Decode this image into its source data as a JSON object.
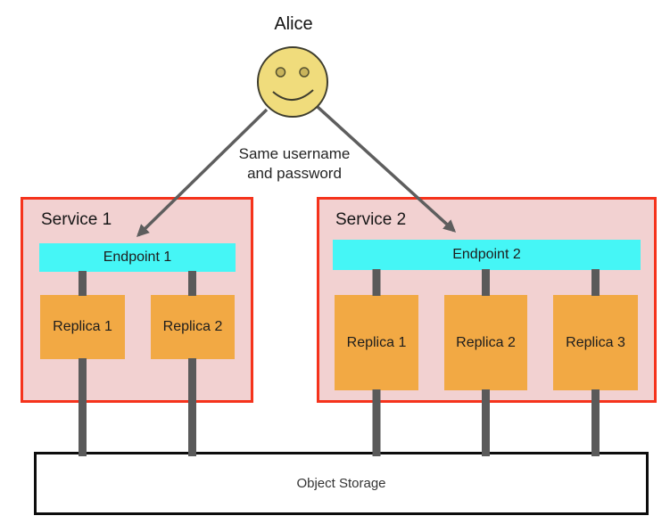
{
  "actor": {
    "label": "Alice"
  },
  "annotation": {
    "line1": "Same username",
    "line2": "and password"
  },
  "services": [
    {
      "label": "Service 1",
      "endpoint_label": "Endpoint 1",
      "replicas": [
        "Replica 1",
        "Replica 2"
      ]
    },
    {
      "label": "Service 2",
      "endpoint_label": "Endpoint 2",
      "replicas": [
        "Replica 1",
        "Replica 2",
        "Replica 3"
      ]
    }
  ],
  "storage": {
    "label": "Object Storage"
  },
  "colors": {
    "service_fill": "#F2D1D1",
    "service_border": "#F5331C",
    "endpoint_fill": "#45F6F6",
    "replica_fill": "#F2A944",
    "connector_gray": "#5A5A5A",
    "arrow_gray": "#5E5E5E",
    "face_fill": "#F0DC7C",
    "face_eye_fill": "#C9B45B",
    "storage_border": "#0D0D0D"
  }
}
